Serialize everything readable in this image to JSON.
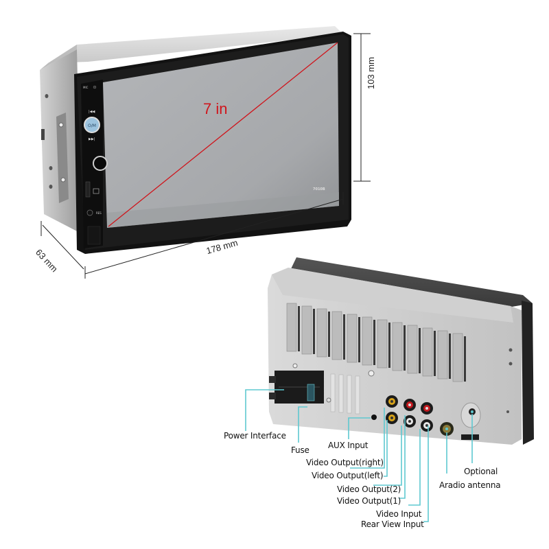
{
  "front_view": {
    "screen_diagonal_label": "7 in",
    "model_label": "7010B",
    "dimensions": {
      "width": "178 mm",
      "height": "103 mm",
      "depth": "63 mm"
    },
    "colors": {
      "screen": "#a9abae",
      "bezel": "#141414",
      "chassis": "#c8c8c8",
      "diagonal_line": "#d0141b"
    },
    "controls": [
      "mic",
      "reset",
      "prev",
      "power-mode",
      "next",
      "volume-knob",
      "sd-slot",
      "usb",
      "aux",
      "res"
    ]
  },
  "rear_view": {
    "leader_color": "#5ec8d0",
    "callouts": [
      {
        "id": "power-interface",
        "label": "Power Interface"
      },
      {
        "id": "fuse",
        "label": "Fuse"
      },
      {
        "id": "aux-input",
        "label": "AUX Input"
      },
      {
        "id": "video-output-right",
        "label": "Video Output(right)"
      },
      {
        "id": "video-output-left",
        "label": "Video Output(left)"
      },
      {
        "id": "video-output-2",
        "label": "Video Output(2)"
      },
      {
        "id": "video-output-1",
        "label": "Video Output(1)"
      },
      {
        "id": "video-input",
        "label": "Video Input"
      },
      {
        "id": "rear-view-input",
        "label": "Rear View Input"
      },
      {
        "id": "optional",
        "label": "Optional"
      },
      {
        "id": "aradio-antenna",
        "label": "Aradio antenna"
      }
    ]
  }
}
